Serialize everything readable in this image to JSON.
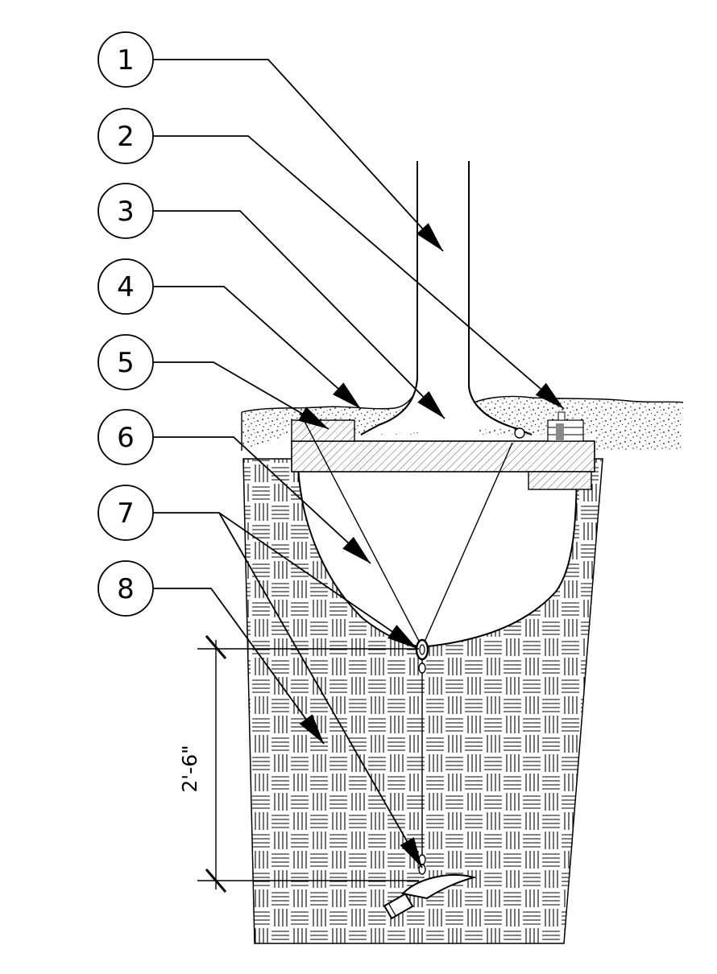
{
  "callouts": [
    {
      "number": "1"
    },
    {
      "number": "2"
    },
    {
      "number": "3"
    },
    {
      "number": "4"
    },
    {
      "number": "5"
    },
    {
      "number": "6"
    },
    {
      "number": "7"
    },
    {
      "number": "8"
    }
  ],
  "dimension": {
    "label": "2'-6\""
  }
}
